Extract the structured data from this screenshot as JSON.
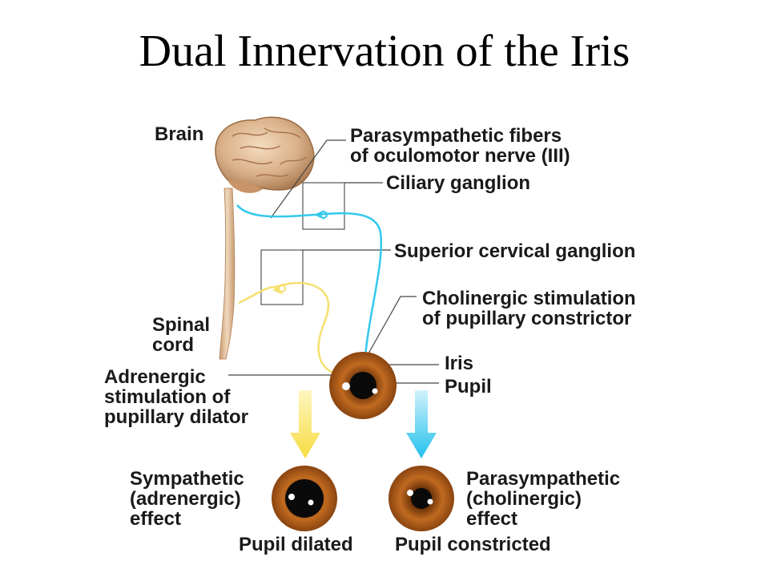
{
  "title": "Dual Innervation of the Iris",
  "labels": {
    "brain": "Brain",
    "parasympathetic_fibers_line1": "Parasympathetic fibers",
    "parasympathetic_fibers_line2": "of oculomotor nerve (III)",
    "ciliary_ganglion": "Ciliary ganglion",
    "superior_cervical_ganglion": "Superior cervical ganglion",
    "cholinergic_line1": "Cholinergic stimulation",
    "cholinergic_line2": "of pupillary constrictor",
    "spinal_line1": "Spinal",
    "spinal_line2": "cord",
    "iris": "Iris",
    "pupil": "Pupil",
    "adrenergic_line1": "Adrenergic",
    "adrenergic_line2": "stimulation of",
    "adrenergic_line3": "pupillary dilator",
    "sympathetic_line1": "Sympathetic",
    "sympathetic_line2": "(adrenergic)",
    "sympathetic_line3": "effect",
    "parasympathetic_effect_line1": "Parasympathetic",
    "parasympathetic_effect_line2": "(cholinergic)",
    "parasympathetic_effect_line3": "effect",
    "pupil_dilated": "Pupil dilated",
    "pupil_constricted": "Pupil constricted"
  },
  "colors": {
    "parasympathetic_nerve": "#33c8ee",
    "sympathetic_nerve": "#f5e070",
    "iris": "#b8641e",
    "leader_line": "#444444"
  }
}
